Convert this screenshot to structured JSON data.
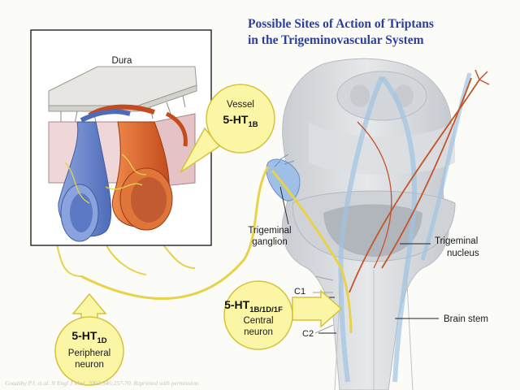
{
  "title": {
    "line1": "Possible Sites of Action of Triptans",
    "line2": "in the Trigeminovascular System"
  },
  "labels": {
    "dura": "Dura",
    "vessel_callout": {
      "name": "Vessel",
      "receptor": "5-HT",
      "subtype": "1B"
    },
    "peripheral_callout": {
      "receptor": "5-HT",
      "subtype": "1D",
      "line1": "Peripheral",
      "line2": "neuron"
    },
    "central_callout": {
      "receptor": "5-HT",
      "subtype": "1B/1D/1F",
      "line1": "Central",
      "line2": "neuron"
    },
    "trigeminal_ganglion": {
      "line1": "Trigeminal",
      "line2": "ganglion"
    },
    "trigeminal_nucleus": {
      "line1": "Trigeminal",
      "line2": "nucleus"
    },
    "brain_stem": "Brain stem",
    "c1": "C1",
    "c2": "C2"
  },
  "citation": "Goadsby PJ, et al. N Engl J Med. 2002;346:257-70. Reprinted with permission.",
  "colors": {
    "title": "#2b3f9e",
    "callout_fill": "#fbf6a6",
    "callout_stroke": "#d6c23a",
    "nerve": "#e8d24a",
    "artery": "#d9622b",
    "vein": "#6b86c9",
    "brain": "#d9dcdf"
  }
}
